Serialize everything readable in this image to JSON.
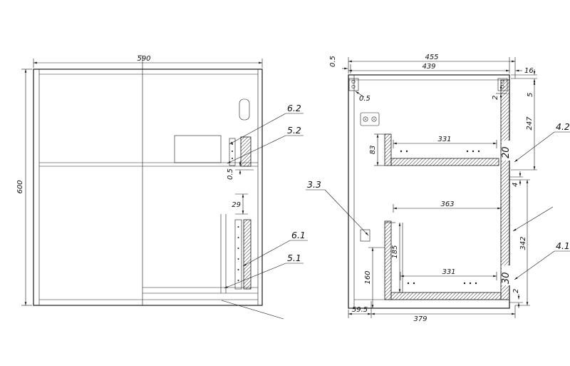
{
  "drawing": {
    "front_view": {
      "dim_width": "590",
      "dim_height": "600",
      "dim_29": "29",
      "dim_05": "0.5",
      "callout_62": "6.2",
      "callout_52": "5.2",
      "callout_61": "6.1",
      "callout_51": "5.1"
    },
    "side_view": {
      "dim_455": "455",
      "dim_439": "439",
      "dim_16": "16",
      "dim_05_top": "0.5",
      "dim_5": "5",
      "dim_247": "247",
      "dim_2_top": "2",
      "dim_05_inner": "0.5",
      "dim_331_upper": "331",
      "dim_83": "83",
      "dim_20": "20",
      "dim_4": "4",
      "dim_363": "363",
      "dim_185": "185",
      "dim_160": "160",
      "dim_331_lower": "331",
      "dim_342": "342",
      "dim_30": "30",
      "dim_2_bottom": "2",
      "dim_595": "59.5",
      "dim_379": "379",
      "callout_42": "4.2",
      "callout_41": "4.1",
      "callout_33": "3.3"
    }
  }
}
